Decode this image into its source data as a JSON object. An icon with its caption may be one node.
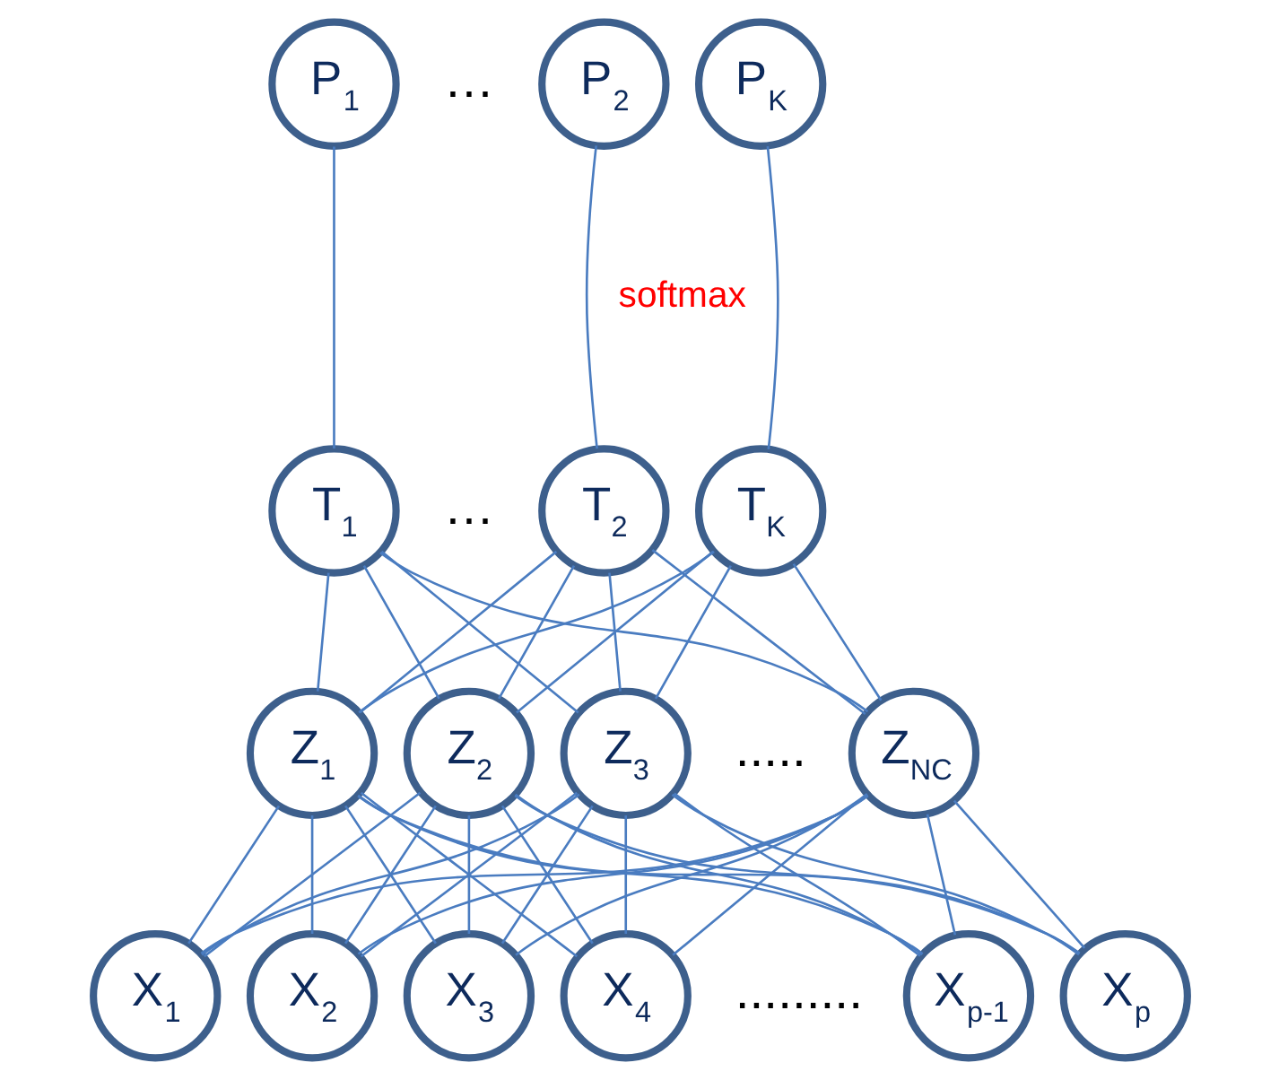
{
  "diagram": {
    "nodes": [
      {
        "text": [
          "P$_{1}$"
        ]
      },
      {
        "text": [
          "P$_{2}$"
        ]
      },
      {
        "text": [
          "P$_{K}$"
        ]
      },
      {
        "text": [
          "T$_{1}$"
        ]
      },
      {
        "text": [
          "T$_{2}$"
        ]
      },
      {
        "text": [
          "T$_{K}$"
        ]
      },
      {
        "text": [
          "Z$_{1}$"
        ]
      },
      {
        "text": [
          "Z$_{2}$"
        ]
      },
      {
        "text": [
          "Z$_{3}$"
        ]
      },
      {
        "text": [
          "Z$_{NC}$"
        ]
      },
      {
        "text": [
          "X$_{1}$"
        ]
      },
      {
        "text": [
          "X$_{2}$"
        ]
      },
      {
        "text": [
          "X$_{3}$"
        ]
      },
      {
        "text": [
          "X$_{4}$"
        ]
      },
      {
        "text": [
          "X$_{p-1}$"
        ]
      },
      {
        "text": [
          "X$_{p}$"
        ]
      }
    ],
    "edges": [
      {
        "from": 0,
        "to": 3,
        "arrow": "none"
      },
      {
        "from": 1,
        "to": 4,
        "arrow": "none"
      },
      {
        "from": 2,
        "to": 5,
        "arrow": "none"
      },
      {
        "from": 3,
        "to": 6,
        "arrow": "none"
      },
      {
        "from": 3,
        "to": 7,
        "arrow": "none"
      },
      {
        "from": 3,
        "to": 8,
        "arrow": "none"
      },
      {
        "from": 3,
        "to": 9,
        "arrow": "none"
      },
      {
        "from": 4,
        "to": 6,
        "arrow": "none"
      },
      {
        "from": 4,
        "to": 7,
        "arrow": "none"
      },
      {
        "from": 4,
        "to": 8,
        "arrow": "none"
      },
      {
        "from": 4,
        "to": 9,
        "arrow": "none"
      },
      {
        "from": 5,
        "to": 6,
        "arrow": "none"
      },
      {
        "from": 5,
        "to": 7,
        "arrow": "none"
      },
      {
        "from": 5,
        "to": 8,
        "arrow": "none"
      },
      {
        "from": 5,
        "to": 9,
        "arrow": "none"
      },
      {
        "from": 6,
        "to": 10,
        "arrow": "none"
      },
      {
        "from": 6,
        "to": 11,
        "arrow": "none"
      },
      {
        "from": 6,
        "to": 12,
        "arrow": "none"
      },
      {
        "from": 6,
        "to": 13,
        "arrow": "none"
      },
      {
        "from": 6,
        "to": 14,
        "arrow": "none"
      },
      {
        "from": 6,
        "to": 15,
        "arrow": "none"
      },
      {
        "from": 7,
        "to": 10,
        "arrow": "none"
      },
      {
        "from": 7,
        "to": 11,
        "arrow": "none"
      },
      {
        "from": 7,
        "to": 12,
        "arrow": "none"
      },
      {
        "from": 7,
        "to": 13,
        "arrow": "none"
      },
      {
        "from": 7,
        "to": 14,
        "arrow": "none"
      },
      {
        "from": 7,
        "to": 15,
        "arrow": "none"
      },
      {
        "from": 8,
        "to": 10,
        "arrow": "none"
      },
      {
        "from": 8,
        "to": 11,
        "arrow": "none"
      },
      {
        "from": 8,
        "to": 12,
        "arrow": "none"
      },
      {
        "from": 8,
        "to": 13,
        "arrow": "none"
      },
      {
        "from": 8,
        "to": 14,
        "arrow": "none"
      },
      {
        "from": 8,
        "to": 15,
        "arrow": "none"
      },
      {
        "from": 9,
        "to": 10,
        "arrow": "none"
      },
      {
        "from": 9,
        "to": 11,
        "arrow": "none"
      },
      {
        "from": 9,
        "to": 12,
        "arrow": "none"
      },
      {
        "from": 9,
        "to": 13,
        "arrow": "none"
      },
      {
        "from": 9,
        "to": 14,
        "arrow": "none"
      },
      {
        "from": 9,
        "to": 15,
        "arrow": "none"
      }
    ],
    "labels": [
      "…",
      "softmax",
      "…",
      ".....",
      "........."
    ]
  }
}
